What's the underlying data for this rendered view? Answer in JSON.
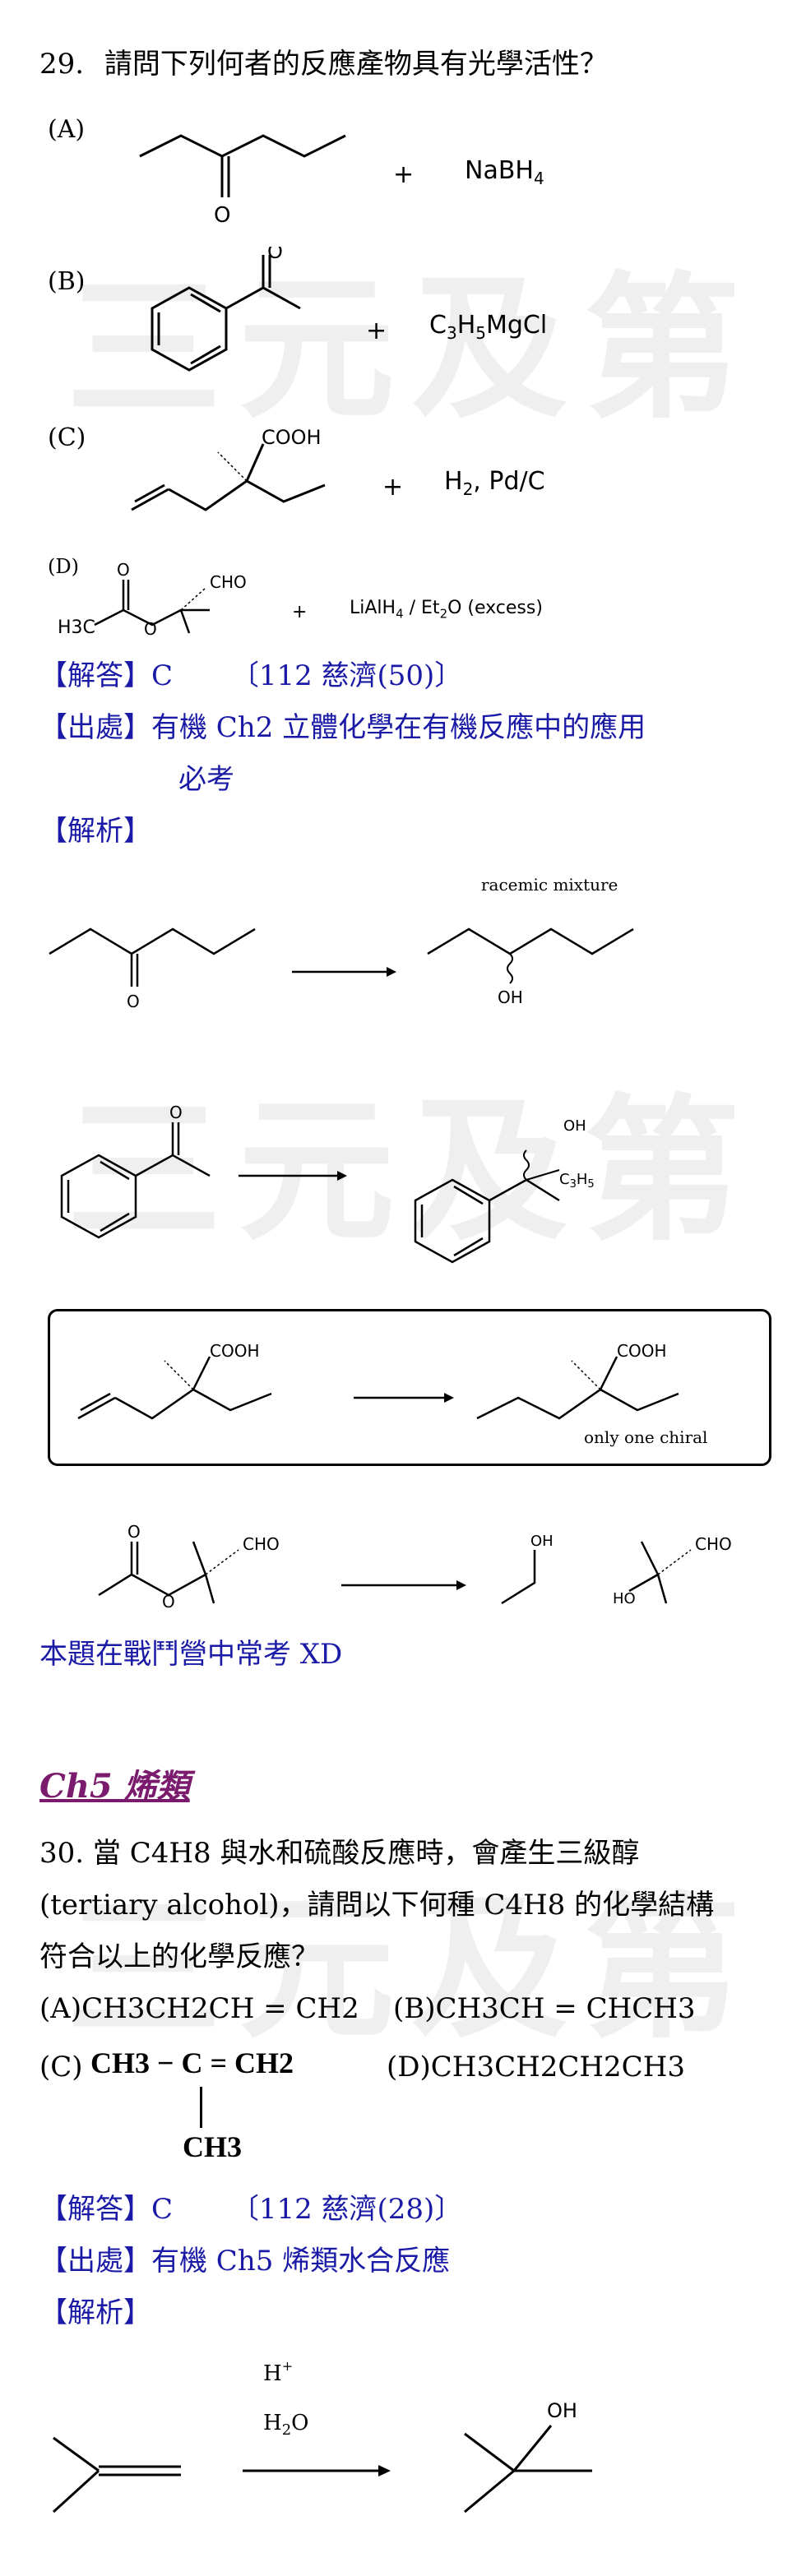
{
  "watermark": "三元及第",
  "q29": {
    "number": "29.",
    "question": "請問下列何者的反應產物具有光學活性？",
    "options": {
      "a": {
        "label": "(A)",
        "reagent": "NaBH4"
      },
      "b": {
        "label": "(B)",
        "reagent": "C3H5MgCl"
      },
      "c": {
        "label": "(C)",
        "reagent": "H2, Pd/C",
        "group": "COOH"
      },
      "d": {
        "label": "(D)",
        "reagent": "LiAlH4 / Et2O (excess)",
        "group1": "CHO",
        "group2": "H3C"
      }
    },
    "answer_tag": "【解答】",
    "answer": "C",
    "answer_src": "〔112 慈濟(50)〕",
    "source_tag": "【出處】",
    "source": "有機 Ch2 立體化學在有機反應中的應用",
    "source2": "必考",
    "analysis_tag": "【解析】",
    "racemic": "racemic mixture",
    "oh": "OH",
    "ethyl": "C3H5",
    "only_chiral": "only one chiral",
    "ho": "HO",
    "note": "本題在戰鬥營中常考 XD"
  },
  "ch5": {
    "heading": "Ch5 烯類"
  },
  "q30": {
    "number": "30.",
    "line1": "當 C4H8 與水和硫酸反應時，會產生三級醇",
    "line2": "(tertiary alcohol)，請問以下何種 C4H8 的化學結構",
    "line3": "符合以上的化學反應？",
    "opt_a": "(A)CH3CH2CH = CH2",
    "opt_b": "(B)CH3CH = CHCH3",
    "opt_c_label": "(C)",
    "opt_c_formula": "CH3 − C = CH2",
    "opt_c_branch": "CH3",
    "opt_d": "(D)CH3CH2CH2CH3",
    "answer_tag": "【解答】",
    "answer": "C",
    "answer_src": "〔112 慈濟(28)〕",
    "source_tag": "【出處】",
    "source": "有機 Ch5 烯類水合反應",
    "analysis_tag": "【解析】",
    "cond1": "H+",
    "cond2": "H2O",
    "oh": "OH"
  }
}
